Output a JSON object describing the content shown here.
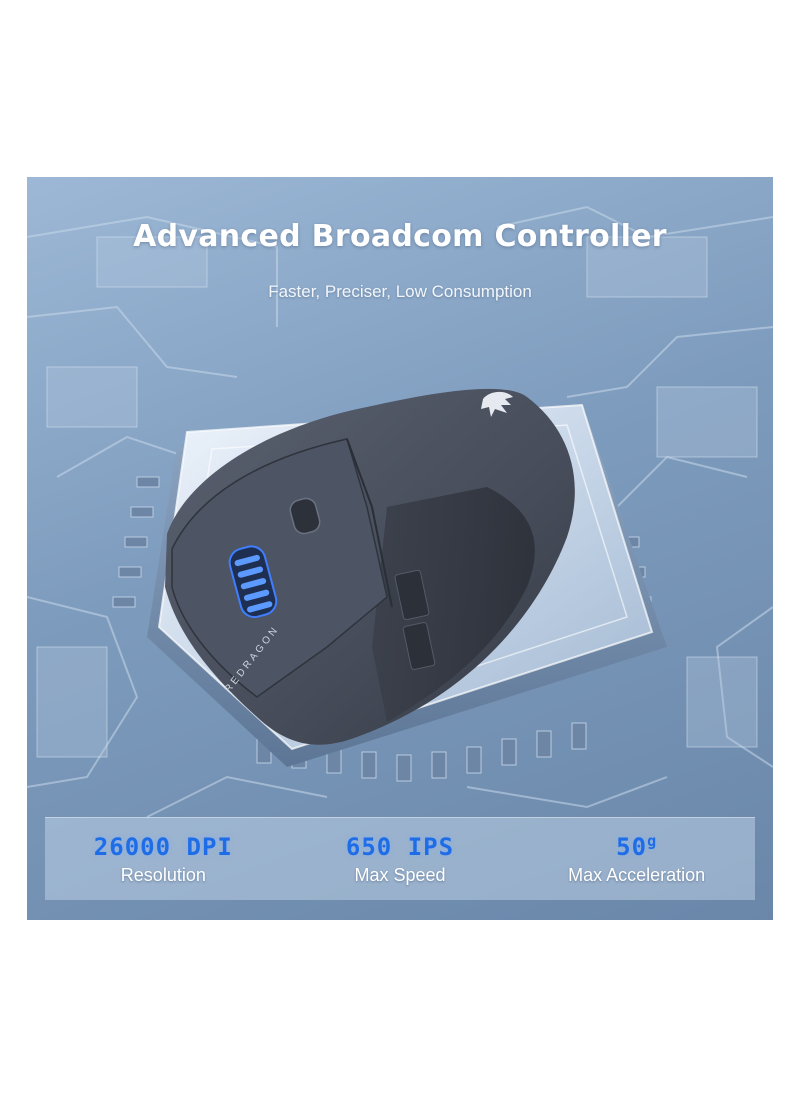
{
  "headline": "Advanced Broadcom Controller",
  "subheadline": "Faster, Preciser, Low Consumption",
  "brand": "REDRAGON",
  "specs": [
    {
      "value": "26000 DPI",
      "label": "Resolution"
    },
    {
      "value": "650 IPS",
      "label": "Max Speed"
    },
    {
      "value": "50",
      "unit": "g",
      "label": "Max Acceleration"
    }
  ],
  "colors": {
    "background": "#7d9bbd",
    "spec_value": "#1f6de6",
    "mouse_body": "#4a5160",
    "scroll_light": "#3f7fff"
  },
  "icons": [
    "redragon-dragon-logo-icon"
  ]
}
